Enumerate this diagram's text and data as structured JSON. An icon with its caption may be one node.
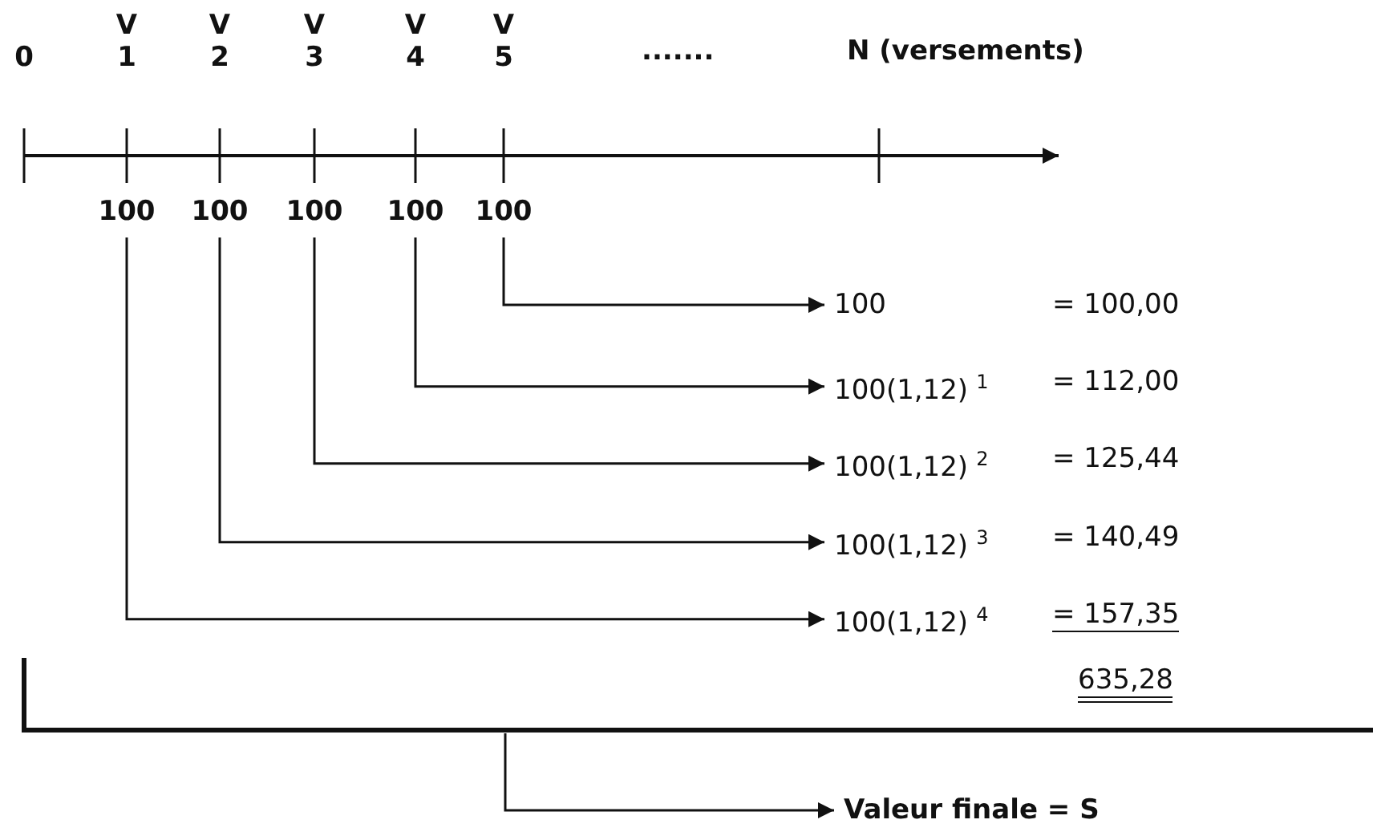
{
  "diagram": {
    "nodes": [
      {
        "text": [
          "100"
        ]
      },
      {
        "text": [
          "100"
        ]
      },
      {
        "text": [
          "100"
        ]
      },
      {
        "text": [
          "100"
        ]
      },
      {
        "text": [
          "100"
        ]
      },
      {
        "text": [
          "100"
        ]
      },
      {
        "text": [
          "100(1,12)$^{1}$"
        ]
      },
      {
        "text": [
          "100(1,12)$^{2}$"
        ]
      },
      {
        "text": [
          "100(1,12)$^{3}$"
        ]
      },
      {
        "text": [
          "100(1,12)$^{4}$"
        ]
      },
      {
        "text": [
          "Valeur finale = S"
        ]
      }
    ],
    "edges": [
      {
        "from": 4,
        "to": 5,
        "arrow": "to"
      },
      {
        "from": 3,
        "to": 6,
        "arrow": "to"
      },
      {
        "from": 2,
        "to": 7,
        "arrow": "to"
      },
      {
        "from": 1,
        "to": 8,
        "arrow": "to"
      },
      {
        "from": 0,
        "to": 9,
        "arrow": "to"
      },
      {
        "from": null,
        "to": 10,
        "arrow": "to"
      }
    ],
    "labels": [
      "0",
      "V",
      "1",
      "V",
      "2",
      "V",
      "3",
      "V",
      "4",
      "V",
      "5",
      ".......",
      "N (versements)",
      "= 100,00",
      "= 112,00",
      "= 125,44",
      "= 140,49",
      "= 157,35",
      "635,28"
    ]
  }
}
